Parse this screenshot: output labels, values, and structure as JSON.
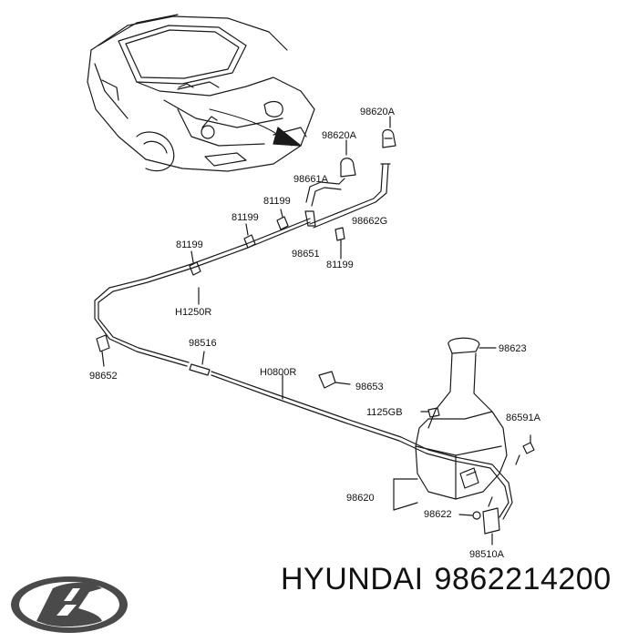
{
  "labels": {
    "p98620A_top": "98620A",
    "p98620A": "98620A",
    "p98661A": "98661A",
    "p81199_a": "81199",
    "p81199_b": "81199",
    "p81199_c": "81199",
    "p81199_d": "81199",
    "p98662G": "98662G",
    "p98651": "98651",
    "pH1250R": "H1250R",
    "p98516": "98516",
    "p98652": "98652",
    "pH0800R": "H0800R",
    "p98653": "98653",
    "p98623": "98623",
    "p1125GB": "1125GB",
    "p86591A": "86591A",
    "p98620": "98620",
    "p98622": "98622",
    "p98510A": "98510A"
  },
  "footer": {
    "brand": "HYUNDAI",
    "part_number": "9862214200"
  },
  "colors": {
    "line": "#1a1a1a",
    "logo": "#4a4a4a"
  }
}
